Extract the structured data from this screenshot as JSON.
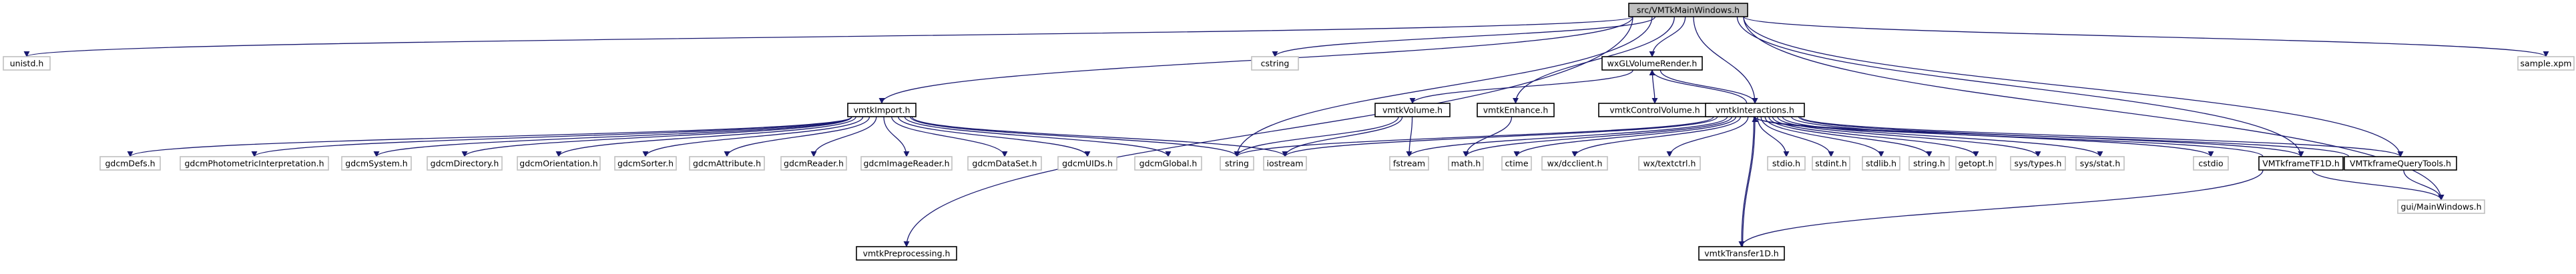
{
  "graph": {
    "nodes": [
      {
        "id": "root",
        "label": "src/VMTkMainWindows.h",
        "style": "root"
      },
      {
        "id": "unistd",
        "label": "unistd.h",
        "style": "external"
      },
      {
        "id": "cstring",
        "label": "cstring",
        "style": "external"
      },
      {
        "id": "samplexpm",
        "label": "sample.xpm",
        "style": "external"
      },
      {
        "id": "glvol",
        "label": "wxGLVolumeRender.h",
        "style": "file"
      },
      {
        "id": "ctrlvol",
        "label": "vmtkControlVolume.h",
        "style": "file"
      },
      {
        "id": "import",
        "label": "vmtkImport.h",
        "style": "file"
      },
      {
        "id": "volume",
        "label": "vmtkVolume.h",
        "style": "file"
      },
      {
        "id": "enhance",
        "label": "vmtkEnhance.h",
        "style": "file"
      },
      {
        "id": "inter",
        "label": "vmtkInteractions.h",
        "style": "file"
      },
      {
        "id": "tf1d",
        "label": "VMTkframeTF1D.h",
        "style": "file"
      },
      {
        "id": "query",
        "label": "VMTkframeQueryTools.h",
        "style": "file"
      },
      {
        "id": "transfer",
        "label": "vmtkTransfer1D.h",
        "style": "file"
      },
      {
        "id": "preproc",
        "label": "vmtkPreprocessing.h",
        "style": "file"
      },
      {
        "id": "gdcmDefs",
        "label": "gdcmDefs.h",
        "style": "external"
      },
      {
        "id": "gdcmPhoto",
        "label": "gdcmPhotometricInterpretation.h",
        "style": "external"
      },
      {
        "id": "gdcmSystem",
        "label": "gdcmSystem.h",
        "style": "external"
      },
      {
        "id": "gdcmDir",
        "label": "gdcmDirectory.h",
        "style": "external"
      },
      {
        "id": "gdcmOrient",
        "label": "gdcmOrientation.h",
        "style": "external"
      },
      {
        "id": "gdcmSorter",
        "label": "gdcmSorter.h",
        "style": "external"
      },
      {
        "id": "gdcmAttr",
        "label": "gdcmAttribute.h",
        "style": "external"
      },
      {
        "id": "gdcmReader",
        "label": "gdcmReader.h",
        "style": "external"
      },
      {
        "id": "gdcmImgReader",
        "label": "gdcmImageReader.h",
        "style": "external"
      },
      {
        "id": "gdcmDataSet",
        "label": "gdcmDataSet.h",
        "style": "external"
      },
      {
        "id": "gdcmUIDs",
        "label": "gdcmUIDs.h",
        "style": "external"
      },
      {
        "id": "gdcmGlobal",
        "label": "gdcmGlobal.h",
        "style": "external"
      },
      {
        "id": "string",
        "label": "string",
        "style": "external"
      },
      {
        "id": "iostream",
        "label": "iostream",
        "style": "external"
      },
      {
        "id": "fstream",
        "label": "fstream",
        "style": "external"
      },
      {
        "id": "mathh",
        "label": "math.h",
        "style": "external"
      },
      {
        "id": "ctime",
        "label": "ctime",
        "style": "external"
      },
      {
        "id": "wxdcclient",
        "label": "wx/dcclient.h",
        "style": "external"
      },
      {
        "id": "wxtextctrl",
        "label": "wx/textctrl.h",
        "style": "external"
      },
      {
        "id": "stdio",
        "label": "stdio.h",
        "style": "external"
      },
      {
        "id": "stdint",
        "label": "stdint.h",
        "style": "external"
      },
      {
        "id": "stdlib",
        "label": "stdlib.h",
        "style": "external"
      },
      {
        "id": "stringh",
        "label": "string.h",
        "style": "external"
      },
      {
        "id": "getopt",
        "label": "getopt.h",
        "style": "external"
      },
      {
        "id": "systypes",
        "label": "sys/types.h",
        "style": "external"
      },
      {
        "id": "sysstat",
        "label": "sys/stat.h",
        "style": "external"
      },
      {
        "id": "cstdio",
        "label": "cstdio",
        "style": "external"
      },
      {
        "id": "guimain",
        "label": "gui/MainWindows.h",
        "style": "external"
      }
    ],
    "edges": [
      [
        "root",
        "unistd"
      ],
      [
        "root",
        "cstring"
      ],
      [
        "root",
        "samplexpm"
      ],
      [
        "root",
        "glvol"
      ],
      [
        "root",
        "import"
      ],
      [
        "root",
        "string"
      ],
      [
        "root",
        "enhance"
      ],
      [
        "root",
        "inter"
      ],
      [
        "root",
        "tf1d"
      ],
      [
        "root",
        "query"
      ],
      [
        "root",
        "guimain"
      ],
      [
        "root",
        "preproc"
      ],
      [
        "glvol",
        "ctrlvol"
      ],
      [
        "glvol",
        "volume"
      ],
      [
        "glvol",
        "inter"
      ],
      [
        "inter",
        "glvol"
      ],
      [
        "import",
        "gdcmDefs"
      ],
      [
        "import",
        "gdcmPhoto"
      ],
      [
        "import",
        "gdcmSystem"
      ],
      [
        "import",
        "gdcmDir"
      ],
      [
        "import",
        "gdcmOrient"
      ],
      [
        "import",
        "gdcmSorter"
      ],
      [
        "import",
        "gdcmAttr"
      ],
      [
        "import",
        "gdcmReader"
      ],
      [
        "import",
        "gdcmImgReader"
      ],
      [
        "import",
        "gdcmDataSet"
      ],
      [
        "import",
        "gdcmUIDs"
      ],
      [
        "import",
        "gdcmGlobal"
      ],
      [
        "import",
        "string"
      ],
      [
        "import",
        "iostream"
      ],
      [
        "volume",
        "string"
      ],
      [
        "volume",
        "iostream"
      ],
      [
        "volume",
        "fstream"
      ],
      [
        "enhance",
        "mathh"
      ],
      [
        "inter",
        "string"
      ],
      [
        "inter",
        "iostream"
      ],
      [
        "inter",
        "fstream"
      ],
      [
        "inter",
        "mathh"
      ],
      [
        "inter",
        "ctime"
      ],
      [
        "inter",
        "wxdcclient"
      ],
      [
        "inter",
        "wxtextctrl"
      ],
      [
        "inter",
        "stdio"
      ],
      [
        "inter",
        "stdint"
      ],
      [
        "inter",
        "stdlib"
      ],
      [
        "inter",
        "stringh"
      ],
      [
        "inter",
        "getopt"
      ],
      [
        "inter",
        "systypes"
      ],
      [
        "inter",
        "sysstat"
      ],
      [
        "inter",
        "cstdio"
      ],
      [
        "inter",
        "tf1d"
      ],
      [
        "inter",
        "query"
      ],
      [
        "inter",
        "transfer"
      ],
      [
        "transfer",
        "inter"
      ],
      [
        "tf1d",
        "inter"
      ],
      [
        "tf1d",
        "guimain"
      ],
      [
        "tf1d",
        "transfer"
      ],
      [
        "query",
        "inter"
      ],
      [
        "query",
        "guimain"
      ]
    ]
  },
  "colors": {
    "edge": "#191970",
    "root_fill": "#bfbfbf",
    "root_border": "#000000",
    "file_fill": "#ffffff",
    "file_border": "#000000",
    "external_fill": "#ffffff",
    "external_border": "#bfbfbf"
  }
}
